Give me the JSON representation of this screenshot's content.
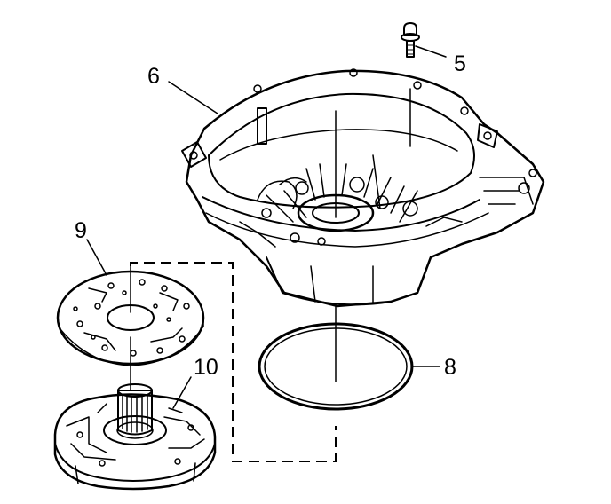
{
  "callouts": {
    "bolt": "5",
    "case": "6",
    "plate": "9",
    "pump": "10",
    "seal": "8"
  }
}
